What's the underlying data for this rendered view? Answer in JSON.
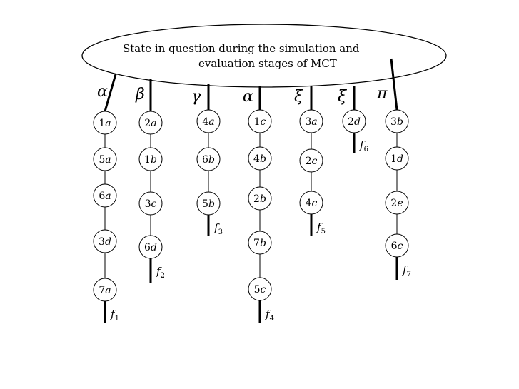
{
  "root": {
    "label_lines": [
      "State in question during the simulation and",
      "evaluation stages of MCT"
    ]
  },
  "paths": [
    {
      "symbol": "α",
      "nodes": [
        {
          "n": "1",
          "l": "a"
        },
        {
          "n": "5",
          "l": "a"
        },
        {
          "n": "6",
          "l": "a"
        },
        {
          "n": "3",
          "l": "d"
        },
        {
          "n": "7",
          "l": "a"
        }
      ],
      "end": {
        "base": "f",
        "sub": "1"
      }
    },
    {
      "symbol": "β",
      "nodes": [
        {
          "n": "2",
          "l": "a"
        },
        {
          "n": "1",
          "l": "b"
        },
        {
          "n": "3",
          "l": "c"
        },
        {
          "n": "6",
          "l": "d"
        }
      ],
      "end": {
        "base": "f",
        "sub": "2"
      }
    },
    {
      "symbol": "γ",
      "nodes": [
        {
          "n": "4",
          "l": "a"
        },
        {
          "n": "6",
          "l": "b"
        },
        {
          "n": "5",
          "l": "b"
        }
      ],
      "end": {
        "base": "f",
        "sub": "3"
      }
    },
    {
      "symbol": "α",
      "nodes": [
        {
          "n": "1",
          "l": "c"
        },
        {
          "n": "4",
          "l": "b"
        },
        {
          "n": "2",
          "l": "b"
        },
        {
          "n": "7",
          "l": "b"
        },
        {
          "n": "5",
          "l": "c"
        }
      ],
      "end": {
        "base": "f",
        "sub": "4"
      }
    },
    {
      "symbol": "ξ",
      "nodes": [
        {
          "n": "3",
          "l": "a"
        },
        {
          "n": "2",
          "l": "c"
        },
        {
          "n": "4",
          "l": "c"
        }
      ],
      "end": {
        "base": "f",
        "sub": "5"
      }
    },
    {
      "symbol": "ξ",
      "nodes": [
        {
          "n": "2",
          "l": "d"
        }
      ],
      "end": {
        "base": "f",
        "sub": "6"
      }
    },
    {
      "symbol": "π",
      "nodes": [
        {
          "n": "3",
          "l": "b"
        },
        {
          "n": "1",
          "l": "d"
        },
        {
          "n": "2",
          "l": "e"
        },
        {
          "n": "6",
          "l": "c"
        }
      ],
      "end": {
        "base": "f",
        "sub": "7"
      }
    }
  ]
}
